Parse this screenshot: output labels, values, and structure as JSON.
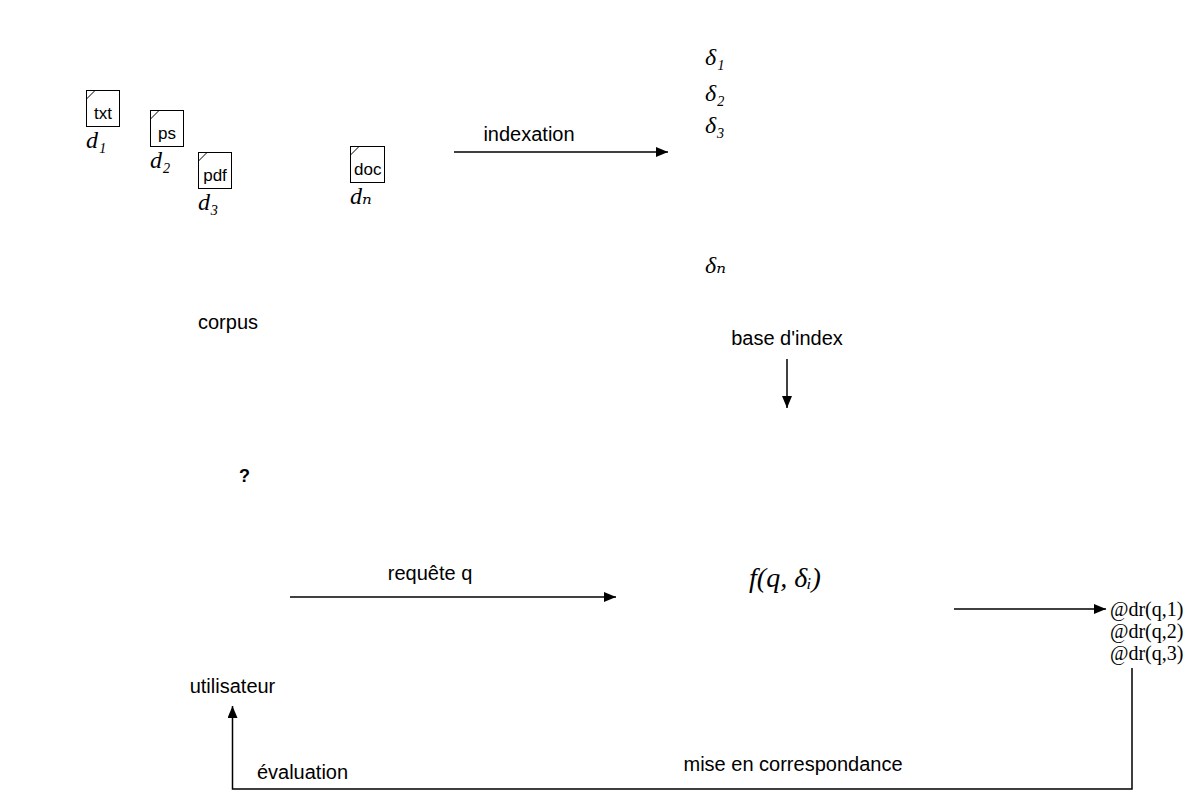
{
  "diagram": {
    "nodes": [
      {
        "text": [
          "corpus"
        ]
      },
      {
        "text": [
          "txt",
          "d₁"
        ],
        "in": 0
      },
      {
        "text": [
          "ps",
          "d₂"
        ],
        "in": 0
      },
      {
        "text": [
          "pdf",
          "d₃"
        ],
        "in": 0
      },
      {
        "text": [
          "doc",
          "dₙ"
        ],
        "in": 0
      },
      {
        "text": [
          "mise en correspondance"
        ]
      },
      {
        "text": [
          "δ₁",
          "δ₂",
          "δ₃",
          "δₙ",
          "base d'index"
        ],
        "in": 5
      },
      {
        "text": [
          "f(q, δᵢ)"
        ],
        "in": 5
      },
      {
        "text": [
          "utilisateur"
        ]
      },
      {
        "text": [
          "@dr(q,1)",
          "@dr(q,2)",
          "@dr(q,3)"
        ]
      }
    ],
    "edges": [
      {
        "from": 0,
        "to": 6,
        "label": "indexation",
        "arrow": "to"
      },
      {
        "from": 6,
        "to": 7,
        "arrow": "to"
      },
      {
        "from": 8,
        "to": 7,
        "label": "requête q",
        "arrow": "to"
      },
      {
        "from": 7,
        "to": 9,
        "arrow": "to"
      },
      {
        "from": 9,
        "to": 8,
        "label": "évaluation",
        "arrow": "to"
      }
    ],
    "labels": [
      "?"
    ]
  }
}
